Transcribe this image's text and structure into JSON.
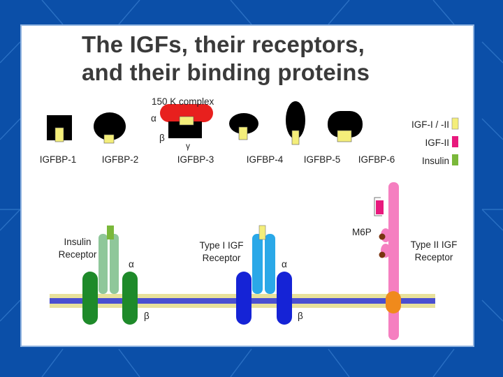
{
  "title": {
    "line1": "The IGFs, their receptors,",
    "line2": "and their binding proteins"
  },
  "binding_proteins": [
    {
      "label": "IGFBP-1"
    },
    {
      "label": "IGFBP-2"
    },
    {
      "label": "IGFBP-3"
    },
    {
      "label": "IGFBP-4"
    },
    {
      "label": "IGFBP-5"
    },
    {
      "label": "IGFBP-6"
    }
  ],
  "complex": {
    "label": "150 K complex",
    "alpha": "α",
    "beta": "β",
    "gamma": "γ"
  },
  "legend": [
    {
      "label": "IGF-I / -II",
      "color": "#f4ee7a"
    },
    {
      "label": "IGF-II",
      "color": "#e8197d"
    },
    {
      "label": "Insulin",
      "color": "#7ab83a"
    }
  ],
  "receptors": {
    "insulin": {
      "label_line1": "Insulin",
      "label_line2": "Receptor",
      "alpha": "α",
      "beta": "β"
    },
    "type1": {
      "label_line1": "Type I IGF",
      "label_line2": "Receptor",
      "alpha": "α",
      "beta": "β"
    },
    "type2": {
      "label_line1": "Type II IGF",
      "label_line2": "Receptor",
      "m6p": "M6P"
    }
  },
  "colors": {
    "background": "#0b4fa8",
    "membrane_blue": "#4a4fd0",
    "membrane_yellow": "#e8e19a",
    "insulin_receptor_dark": "#1e8a2a",
    "insulin_receptor_light": "#8fc79a",
    "type1_dark": "#1523d6",
    "type1_light": "#2aa8e8",
    "type2_pink": "#f57fc0",
    "type2_anchor": "#f08a1c",
    "m6p_dot": "#7a3410",
    "complex_red": "#e8201e"
  }
}
